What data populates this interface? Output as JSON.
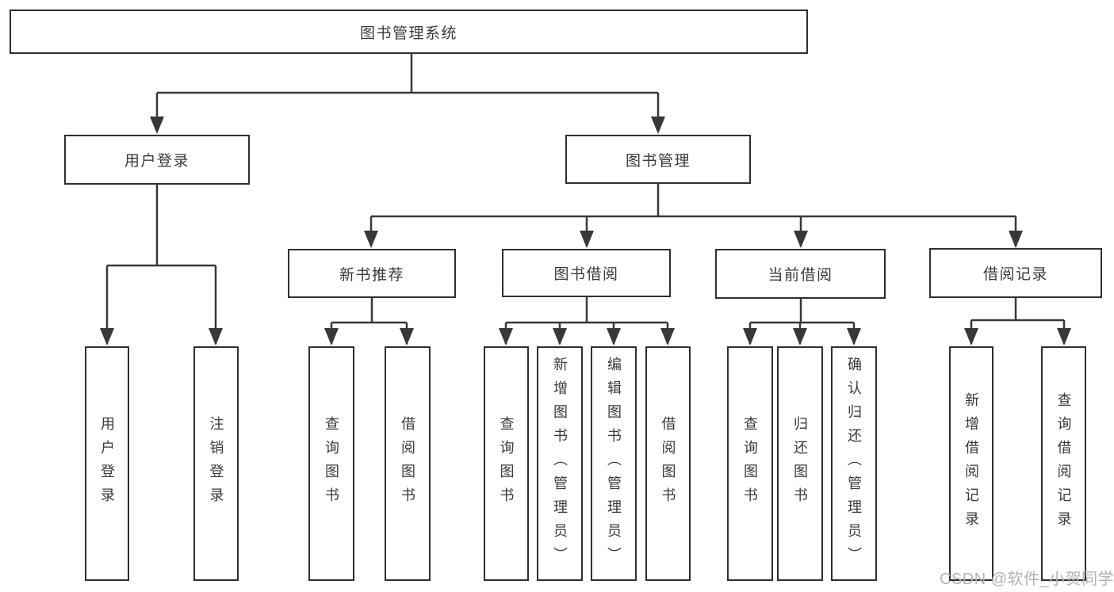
{
  "diagram": {
    "root": {
      "label": "图书管理系统"
    },
    "branches": [
      {
        "label": "用户登录",
        "children": [
          {
            "label": "用户登录"
          },
          {
            "label": "注销登录"
          }
        ]
      },
      {
        "label": "图书管理",
        "children": [
          {
            "label": "新书推荐",
            "children": [
              {
                "label": "查询图书"
              },
              {
                "label": "借阅图书"
              }
            ]
          },
          {
            "label": "图书借阅",
            "children": [
              {
                "label": "查询图书"
              },
              {
                "label": "新增图书（管理员）"
              },
              {
                "label": "编辑图书（管理员）"
              },
              {
                "label": "借阅图书"
              }
            ]
          },
          {
            "label": "当前借阅",
            "children": [
              {
                "label": "查询图书"
              },
              {
                "label": "归还图书"
              },
              {
                "label": "确认归还（管理员）"
              }
            ]
          },
          {
            "label": "借阅记录",
            "children": [
              {
                "label": "新增借阅记录"
              },
              {
                "label": "查询借阅记录"
              }
            ]
          }
        ]
      }
    ]
  },
  "watermark": "CSDN @软件_小贺同学",
  "colors": {
    "line": "#383838",
    "box_border": "#2f2f2f",
    "text": "#3a3a3a",
    "watermark": "#b2b2b2",
    "background": "#ffffff"
  }
}
